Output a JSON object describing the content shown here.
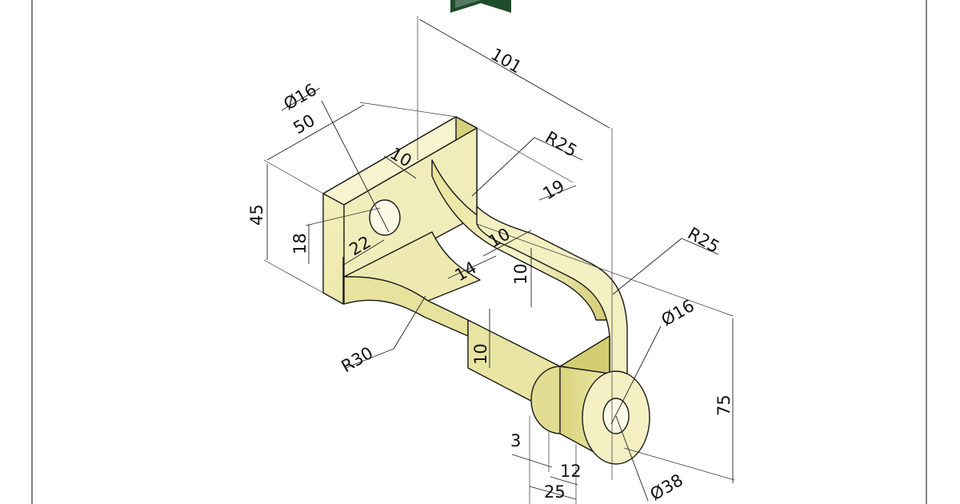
{
  "drawing": {
    "dimensions": {
      "d101": "101",
      "d50": "50",
      "d45": "45",
      "d18": "18",
      "d22": "22",
      "d10_top": "10",
      "d10_mid": "10",
      "d10_web": "10",
      "d10_low": "10",
      "d14": "14",
      "d19": "19",
      "d75": "75",
      "d3": "3",
      "d12": "12",
      "d25": "25",
      "r25_top": "R25",
      "r25_right": "R25",
      "r30": "R30",
      "dia16_top": "Ø16",
      "dia16_right": "Ø16",
      "dia38": "Ø38"
    },
    "colors": {
      "part_light": "#f3f0b8",
      "part_mid": "#e4df8c",
      "part_dark": "#c9c36a",
      "logo": "#1f4d2c"
    }
  }
}
